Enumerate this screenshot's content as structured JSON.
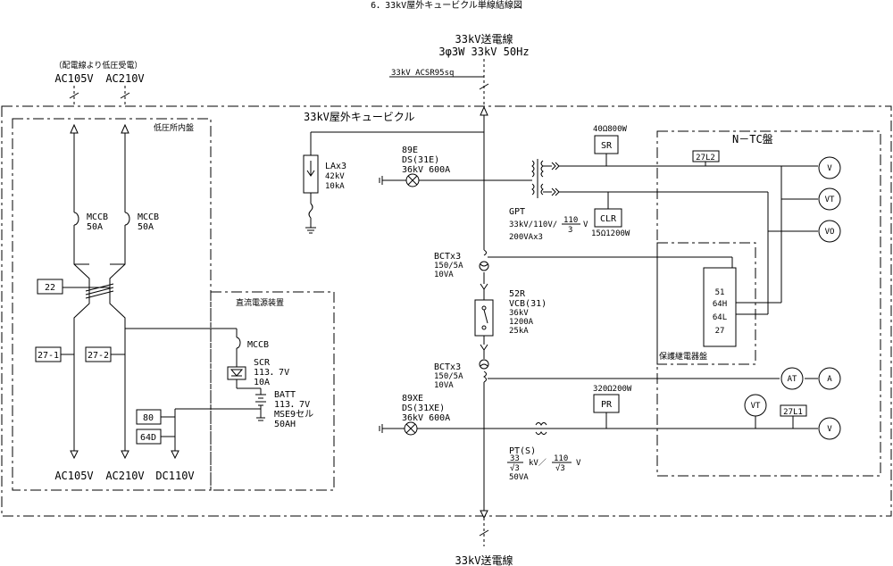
{
  "title": "6．33kV屋外キュービクル単線結線図",
  "incoming": {
    "name": "33kV送電線",
    "spec": "3φ3W 33kV 50Hz",
    "cable": "33kV ACSR95sq"
  },
  "outgoing": {
    "name": "33kV送電線"
  },
  "lv_supply": {
    "note": "（配電線より低圧受電）",
    "ac105": "AC105V",
    "ac210": "AC210V"
  },
  "cubicle_label": "33kV屋外キュービクル",
  "panels": {
    "lv_panel": "低圧所内盤",
    "dc_panel": "直流電源装置",
    "ntc_panel": "N－TC盤",
    "relay_panel": "保護継電器盤"
  },
  "lv": {
    "mccb1": "MCCB",
    "mccb1_rating": "50A",
    "mccb2": "MCCB",
    "mccb2_rating": "50A",
    "relay22": "22",
    "relay27_1": "27-1",
    "relay27_2": "27-2",
    "out_ac105": "AC105V",
    "out_ac210": "AC210V",
    "out_dc110": "DC110V"
  },
  "dc": {
    "mccb": "MCCB",
    "scr": "SCR",
    "scr_v": "113．7V",
    "scr_a": "10A",
    "batt": "BATT",
    "batt_v": "113．7V",
    "batt_type": "MSE9セル",
    "batt_ah": "50AH",
    "r80": "80",
    "r64d": "64D"
  },
  "main": {
    "la": "LAx3",
    "la_kv": "42kV",
    "la_ka": "10kA",
    "ds1_no": "89E",
    "ds1_name": "DS(31E)",
    "ds1_rating": "36kV 600A",
    "gpt": "GPT",
    "gpt_ratio": "33kV/110V/",
    "gpt_frac_num": "110",
    "gpt_frac_den": "3",
    "gpt_unit": "V",
    "gpt_va": "200VAx3",
    "sr": "SR",
    "sr_rating": "40Ω800W",
    "clr": "CLR",
    "clr_rating": "15Ω1200W",
    "bct1": "BCTx3",
    "bct1_ratio": "150/5A",
    "bct1_va": "10VA",
    "vcb_no": "52R",
    "vcb": "VCB(31)",
    "vcb_kv": "36kV",
    "vcb_a": "1200A",
    "vcb_ka": "25kA",
    "bct2": "BCTx3",
    "bct2_ratio": "150/5A",
    "bct2_va": "10VA",
    "ds2_no": "89XE",
    "ds2_name": "DS(31XE)",
    "ds2_rating": "36kV 600A",
    "pt": "PT(S)",
    "pt_num1": "33",
    "pt_den1": "√3",
    "pt_kv": "kV／",
    "pt_num2": "110",
    "pt_den2": "√3",
    "pt_v": "V",
    "pt_va": "50VA",
    "pr": "PR",
    "pr_rating": "320Ω200W"
  },
  "ntc": {
    "r27l2": "27L2",
    "r27l1": "27L1",
    "v1": "V",
    "vt1": "VT",
    "vo": "VO",
    "at": "AT",
    "a": "A",
    "vt2": "VT",
    "v2": "V",
    "relays": [
      "51",
      "64H",
      "64L",
      "27"
    ]
  }
}
